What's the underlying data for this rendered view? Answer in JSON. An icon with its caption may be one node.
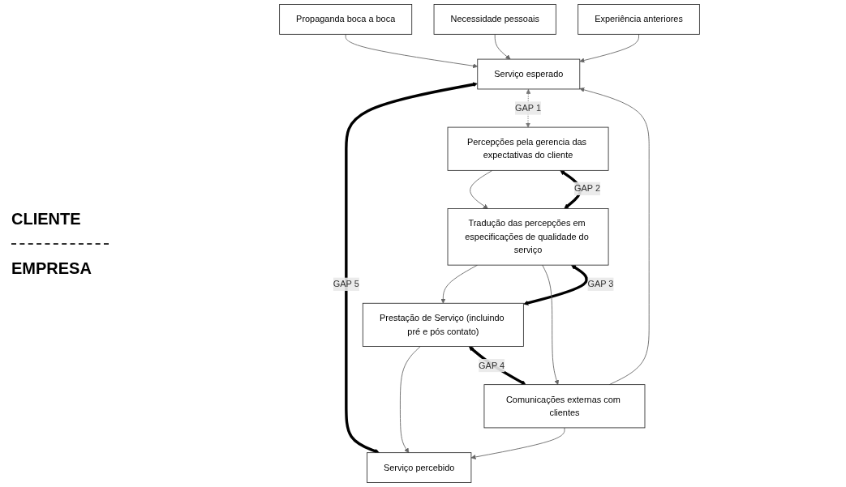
{
  "diagram": {
    "nodes": [
      {
        "text": [
          "Propaganda boca a boca"
        ]
      },
      {
        "text": [
          "Necessidade pessoais"
        ]
      },
      {
        "text": [
          "Experiência anteriores"
        ]
      },
      {
        "text": [
          "Serviço esperado"
        ]
      },
      {
        "text": [
          "Serviço percebido"
        ]
      },
      {
        "text": [
          "Prestação de Serviço (incluindo pré e pós contato)"
        ]
      },
      {
        "text": [
          "Comunicações externas com clientes"
        ]
      },
      {
        "text": [
          "Tradução das percepções em especificações de qualidade do serviço"
        ]
      },
      {
        "text": [
          "Percepções pela gerencia das expectativas do cliente"
        ]
      }
    ],
    "edges": [
      {
        "from": 0,
        "to": 3,
        "arrow": "to"
      },
      {
        "from": 1,
        "to": 3,
        "arrow": "to"
      },
      {
        "from": 2,
        "to": 3,
        "arrow": "to"
      },
      {
        "from": 3,
        "to": 4,
        "arrow": "both",
        "label": "GAP 5",
        "style": "thick",
        "color": "#000000"
      },
      {
        "from": 6,
        "to": 3,
        "arrow": "to"
      },
      {
        "from": 6,
        "to": 4,
        "arrow": "to"
      },
      {
        "from": 5,
        "to": 4,
        "arrow": "to"
      },
      {
        "from": 5,
        "to": 6,
        "arrow": "both",
        "label": "GAP 4",
        "style": "thick",
        "color": "#000000"
      },
      {
        "from": 5,
        "to": 7,
        "arrow": "both",
        "label": "GAP 3",
        "style": "thick",
        "color": "#000000"
      },
      {
        "from": 7,
        "to": 5,
        "arrow": "to"
      },
      {
        "from": 7,
        "to": 6,
        "arrow": "to"
      },
      {
        "from": 7,
        "to": 8,
        "arrow": "both",
        "label": "GAP 2",
        "style": "thick",
        "color": "#000000"
      },
      {
        "from": 8,
        "to": 7,
        "arrow": "to"
      },
      {
        "from": 3,
        "to": 8,
        "arrow": "both",
        "label": "GAP 1",
        "style": "dashed",
        "color": "#777777"
      }
    ],
    "labels": [
      "CLIENTE",
      "EMPRESA"
    ]
  }
}
